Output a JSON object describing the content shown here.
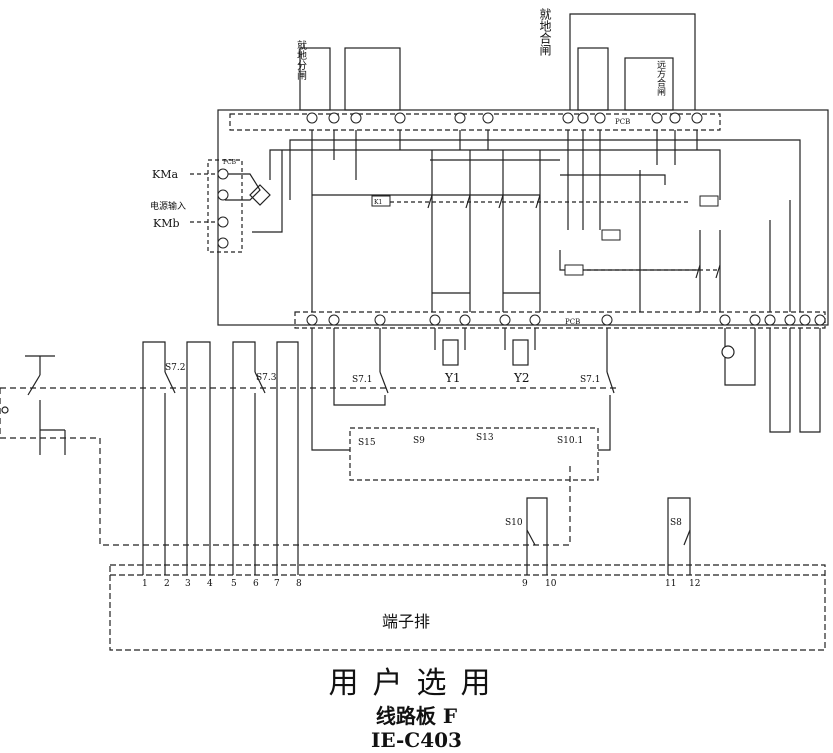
{
  "labels": {
    "local_open": "就地分闸",
    "local_close": "就地合闸",
    "remote_close": "远方合闸",
    "pcb": "PCB",
    "kma": "KMa",
    "kmb": "KMb",
    "power_input": "电源输入",
    "y1": "Y1",
    "y2": "Y2",
    "terminal_block": "端子排",
    "s7_2": "S7.2",
    "s7_3": "S7.3",
    "s7_1": "S7.1",
    "s15": "S15",
    "s9": "S9",
    "s13": "S13",
    "s10_1": "S10.1",
    "s10": "S10",
    "s8": "S8",
    "k1": "K1"
  },
  "terminals": [
    "1",
    "2",
    "3",
    "4",
    "5",
    "6",
    "7",
    "8",
    "9",
    "10",
    "11",
    "12"
  ],
  "caption": {
    "user_option": "用户选用",
    "board": "线路板 F",
    "model": "IE-C403"
  }
}
